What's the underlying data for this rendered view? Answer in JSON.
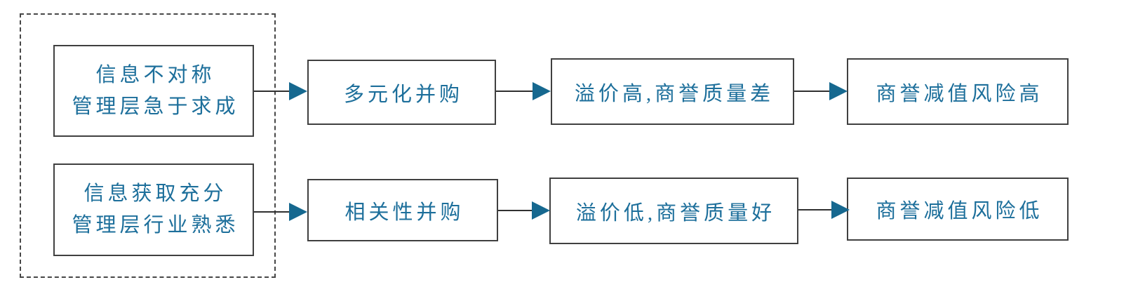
{
  "colors": {
    "bg": "#ffffff",
    "text_color": "#1d6f9b",
    "box_border": "#404040",
    "arrow_line": "#303030",
    "arrow_head": "#16688f",
    "dash_border": "#474747"
  },
  "flowchart": {
    "description": "two-row left-to-right flow diagram about goodwill impairment risk",
    "flow_order": [
      "source",
      "ma_type",
      "premium",
      "risk"
    ],
    "rows": [
      {
        "source_line1": "信息不对称",
        "source_line2": "管理层急于求成",
        "ma_type": "多元化并购",
        "premium": "溢价高,商誉质量差",
        "risk": "商誉减值风险高"
      },
      {
        "source_line1": "信息获取充分",
        "source_line2": "管理层行业熟悉",
        "ma_type": "相关性并购",
        "premium": "溢价低,商誉质量好",
        "risk": "商誉减值风险低"
      }
    ]
  }
}
